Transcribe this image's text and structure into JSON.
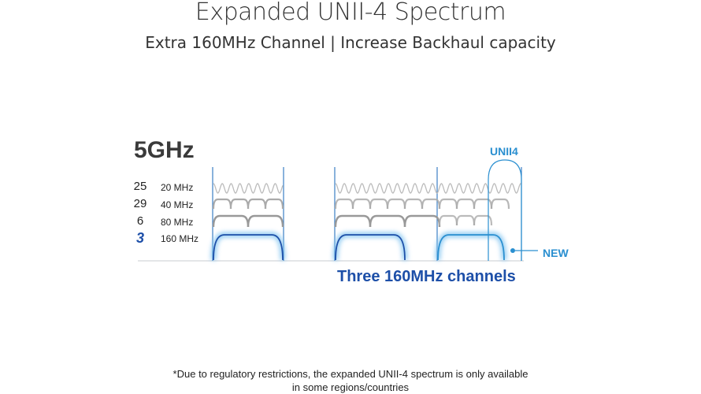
{
  "title": "Expanded UNII-4 Spectrum",
  "subtitle": "Extra 160MHz Channel | Increase Backhaul capacity",
  "diagram": {
    "band": "5GHz",
    "rows": [
      {
        "count": "25",
        "width": "20 MHz"
      },
      {
        "count": "29",
        "width": "40 MHz"
      },
      {
        "count": "6",
        "width": "80 MHz"
      },
      {
        "count": "3",
        "width": "160 MHz"
      }
    ],
    "unii4_label": "UNII4",
    "new_label": "NEW",
    "caption": "Three 160MHz channels",
    "colors": {
      "blue_dark": "#1d4fa8",
      "blue_light": "#2a8fd0",
      "gray": "#999999"
    }
  },
  "footnote": {
    "line1": "*Due to regulatory restrictions, the expanded UNII-4 spectrum is only available",
    "line2": "in some regions/countries"
  }
}
